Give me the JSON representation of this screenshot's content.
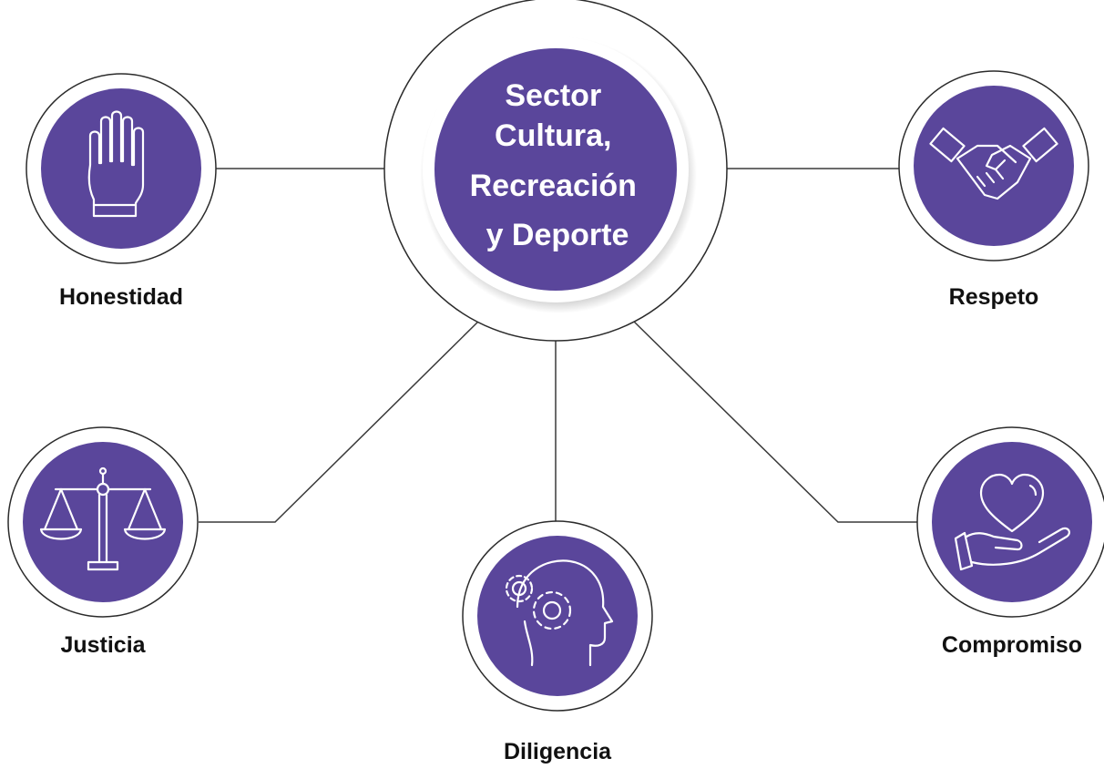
{
  "colors": {
    "purple": "#5a469b",
    "line": "#3a3a3a",
    "ring": "#2b2b2b",
    "text": "#111111"
  },
  "center": {
    "lines": [
      "Sector",
      "Cultura,",
      "Recreación",
      "y Deporte"
    ]
  },
  "values": [
    {
      "label": "Honestidad",
      "icon": "raised-hand-icon"
    },
    {
      "label": "Respeto",
      "icon": "handshake-icon"
    },
    {
      "label": "Justicia",
      "icon": "balance-scale-icon"
    },
    {
      "label": "Diligencia",
      "icon": "head-gears-icon"
    },
    {
      "label": "Compromiso",
      "icon": "heart-in-hand-icon"
    }
  ]
}
